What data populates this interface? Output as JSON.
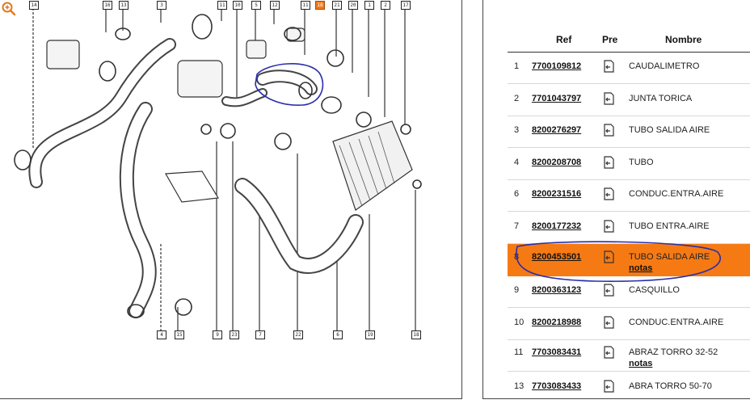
{
  "diagram": {
    "zoom_icon": "zoom-in-icon",
    "highlight_color": "#f07a1f",
    "annotation_color": "#2a2fa8",
    "callouts_top": [
      "14",
      "16",
      "13",
      "3",
      "11",
      "10",
      "5",
      "12",
      "11",
      "18",
      "21",
      "20",
      "1",
      "2",
      "17"
    ],
    "callouts_top_highlighted_index": 9,
    "callouts_bottom": [
      "4",
      "15",
      "9",
      "23",
      "7",
      "22",
      "6",
      "19",
      "18"
    ]
  },
  "table": {
    "headers": {
      "ref": "Ref",
      "pre": "Pre",
      "nombre": "Nombre"
    },
    "highlight_color": "#f67a14",
    "rows": [
      {
        "idx": "1",
        "ref": "7700109812",
        "pre_icon": "add-to-cart-icon",
        "name": "CAUDALIMETRO",
        "note": ""
      },
      {
        "idx": "2",
        "ref": "7701043797",
        "pre_icon": "add-to-cart-icon",
        "name": "JUNTA TORICA",
        "note": ""
      },
      {
        "idx": "3",
        "ref": "8200276297",
        "pre_icon": "add-to-cart-icon",
        "name": "TUBO SALIDA AIRE",
        "note": ""
      },
      {
        "idx": "4",
        "ref": "8200208708",
        "pre_icon": "add-to-cart-icon",
        "name": "TUBO",
        "note": ""
      },
      {
        "idx": "6",
        "ref": "8200231516",
        "pre_icon": "add-to-cart-icon",
        "name": "CONDUC.ENTRA.AIRE",
        "note": ""
      },
      {
        "idx": "7",
        "ref": "8200177232",
        "pre_icon": "add-to-cart-icon",
        "name": "TUBO ENTRA.AIRE",
        "note": ""
      },
      {
        "idx": "8",
        "ref": "8200453501",
        "pre_icon": "add-to-cart-icon",
        "name": "TUBO SALIDA AIRE",
        "note": "notas",
        "highlighted": true
      },
      {
        "idx": "9",
        "ref": "8200363123",
        "pre_icon": "add-to-cart-icon",
        "name": "CASQUILLO",
        "note": ""
      },
      {
        "idx": "10",
        "ref": "8200218988",
        "pre_icon": "add-to-cart-icon",
        "name": "CONDUC.ENTRA.AIRE",
        "note": ""
      },
      {
        "idx": "11",
        "ref": "7703083431",
        "pre_icon": "add-to-cart-icon",
        "name": "ABRAZ TORRO 32-52",
        "note": "notas"
      },
      {
        "idx": "13",
        "ref": "7703083433",
        "pre_icon": "add-to-cart-icon",
        "name": "ABRA TORRO 50-70",
        "note": ""
      }
    ]
  }
}
